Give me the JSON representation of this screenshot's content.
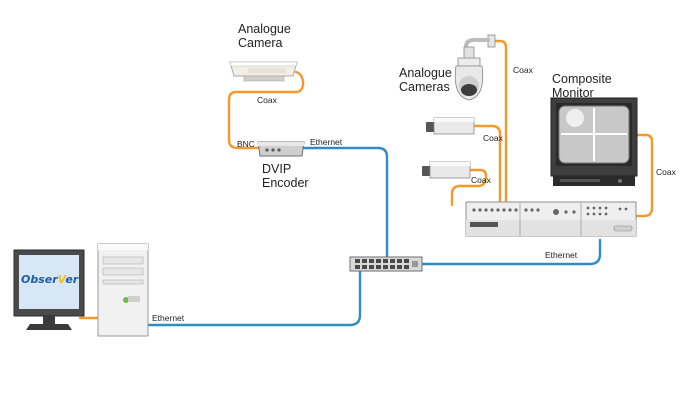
{
  "colors": {
    "coax": "#F39A2B",
    "ethernet": "#2F8BC9",
    "device_light": "#EDEDED",
    "device_dark": "#6A6A6A",
    "monitor_body": "#3A3A3A",
    "logo_blue": "#1E5EA8",
    "logo_yellow": "#F2C21B"
  },
  "labels": {
    "analogue_camera": "Analogue\nCamera",
    "analogue_cameras": "Analogue\nCameras",
    "composite_monitor": "Composite\nMonitor",
    "dvip_encoder": "DVIP\nEncoder",
    "bnc": "BNC",
    "coax_top_camera": "Coax",
    "coax_ptz": "Coax",
    "coax_cam1": "Coax",
    "coax_cam2": "Coax",
    "coax_monitor": "Coax",
    "ethernet_encoder": "Ethernet",
    "ethernet_dvr": "Ethernet",
    "ethernet_pc": "Ethernet",
    "observer_logo": "ObserVer"
  },
  "icons": {
    "camera": "box-camera-icon",
    "ptz": "dome-camera-icon",
    "encoder": "encoder-icon",
    "switch": "network-switch-icon",
    "dvr": "dvr-icon",
    "monitor": "crt-monitor-icon",
    "pc": "desktop-pc-icon"
  }
}
